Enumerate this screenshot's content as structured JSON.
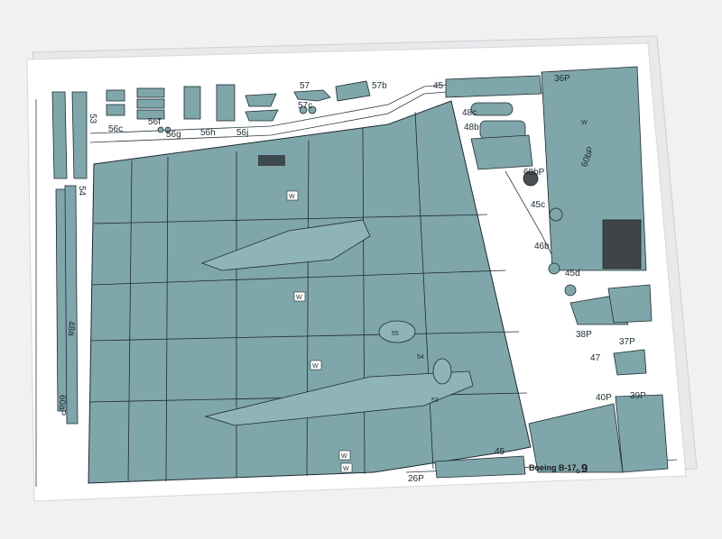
{
  "scene": {
    "background_color": "#f1f1f3",
    "paper_color": "#ffffff",
    "part_color": "#7fa6aa",
    "line_color": "#1e2a30"
  },
  "sheet": {
    "title": "Boeing B-17",
    "title_subscript": "G",
    "page_number": "9",
    "part_labels": {
      "p53": "53",
      "p54": "54",
      "p48a": "48a",
      "p60aP": "60aP",
      "p56c": "56c",
      "p56f": "56f",
      "p56g": "56g",
      "p56h": "56h",
      "p56j": "56j",
      "p57": "57",
      "p57c": "57c",
      "p57b": "57b",
      "p45_top": "45",
      "p48c": "48c",
      "p48b": "48b",
      "p36P": "36P",
      "p60bP_a": "60bP",
      "p60bP_b": "60bP",
      "p45c": "45c",
      "p46b": "46b",
      "p45d": "45d",
      "p38P": "38P",
      "p37P": "37P",
      "p47": "47",
      "p40P": "40P",
      "p39P": "39P",
      "p45_bottom": "45",
      "p26P": "26P",
      "p55": "55",
      "p54_inner": "54",
      "p53_inner": "53"
    },
    "marking": "W"
  }
}
